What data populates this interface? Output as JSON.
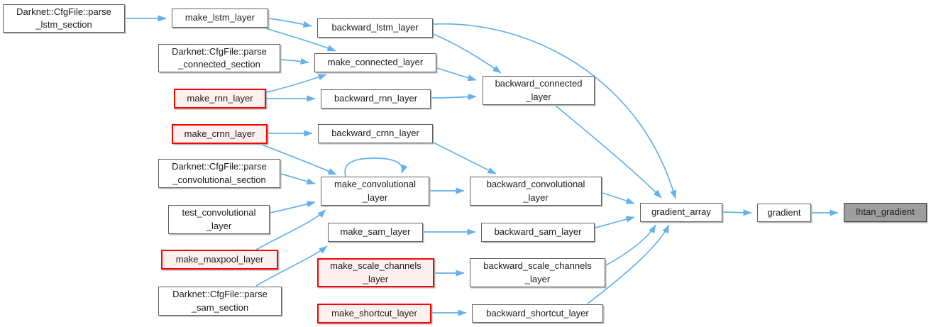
{
  "diagram": {
    "kind": "call-graph",
    "colors": {
      "background": "#ffffff",
      "edge": "#63b1ec",
      "node_fill": "#ffffff",
      "node_border": "#616161",
      "highlight_fill": "#fff1f0",
      "highlight_border": "#ff0000",
      "current_fill": "#9e9e9e",
      "current_border": "#3f3f3f",
      "text": "#1a1a1a"
    },
    "nodes": {
      "parse_lstm_section": {
        "label": "Darknet::CfgFile::parse_lstm_section",
        "lines": [
          "Darknet::CfgFile::parse",
          "_lstm_section"
        ],
        "style": "normal"
      },
      "make_lstm_layer": {
        "label": "make_lstm_layer",
        "lines": [
          "make_lstm_layer"
        ],
        "style": "normal"
      },
      "backward_lstm_layer": {
        "label": "backward_lstm_layer",
        "lines": [
          "backward_lstm_layer"
        ],
        "style": "normal"
      },
      "parse_connected_section": {
        "label": "Darknet::CfgFile::parse_connected_section",
        "lines": [
          "Darknet::CfgFile::parse",
          "_connected_section"
        ],
        "style": "normal"
      },
      "make_connected_layer": {
        "label": "make_connected_layer",
        "lines": [
          "make_connected_layer"
        ],
        "style": "normal"
      },
      "make_rnn_layer": {
        "label": "make_rnn_layer",
        "lines": [
          "make_rnn_layer"
        ],
        "style": "red"
      },
      "backward_rnn_layer": {
        "label": "backward_rnn_layer",
        "lines": [
          "backward_rnn_layer"
        ],
        "style": "normal"
      },
      "backward_connected_layer": {
        "label": "backward_connected_layer",
        "lines": [
          "backward_connected",
          "_layer"
        ],
        "style": "normal"
      },
      "make_crnn_layer": {
        "label": "make_crnn_layer",
        "lines": [
          "make_crnn_layer"
        ],
        "style": "red"
      },
      "backward_crnn_layer": {
        "label": "backward_crnn_layer",
        "lines": [
          "backward_crnn_layer"
        ],
        "style": "normal"
      },
      "parse_convolutional_section": {
        "label": "Darknet::CfgFile::parse_convolutional_section",
        "lines": [
          "Darknet::CfgFile::parse",
          "_convolutional_section"
        ],
        "style": "normal"
      },
      "make_convolutional_layer": {
        "label": "make_convolutional_layer",
        "lines": [
          "make_convolutional",
          "_layer"
        ],
        "style": "normal"
      },
      "test_convolutional_layer": {
        "label": "test_convolutional_layer",
        "lines": [
          "test_convolutional",
          "_layer"
        ],
        "style": "normal"
      },
      "backward_convolutional_layer": {
        "label": "backward_convolutional_layer",
        "lines": [
          "backward_convolutional",
          "_layer"
        ],
        "style": "normal"
      },
      "make_sam_layer": {
        "label": "make_sam_layer",
        "lines": [
          "make_sam_layer"
        ],
        "style": "normal"
      },
      "backward_sam_layer": {
        "label": "backward_sam_layer",
        "lines": [
          "backward_sam_layer"
        ],
        "style": "normal"
      },
      "make_maxpool_layer": {
        "label": "make_maxpool_layer",
        "lines": [
          "make_maxpool_layer"
        ],
        "style": "red"
      },
      "make_scale_channels_layer": {
        "label": "make_scale_channels_layer",
        "lines": [
          "make_scale_channels",
          "_layer"
        ],
        "style": "red"
      },
      "backward_scale_channels_layer": {
        "label": "backward_scale_channels_layer",
        "lines": [
          "backward_scale_channels",
          "_layer"
        ],
        "style": "normal"
      },
      "parse_sam_section": {
        "label": "Darknet::CfgFile::parse_sam_section",
        "lines": [
          "Darknet::CfgFile::parse",
          "_sam_section"
        ],
        "style": "normal"
      },
      "make_shortcut_layer": {
        "label": "make_shortcut_layer",
        "lines": [
          "make_shortcut_layer"
        ],
        "style": "red"
      },
      "backward_shortcut_layer": {
        "label": "backward_shortcut_layer",
        "lines": [
          "backward_shortcut_layer"
        ],
        "style": "normal"
      },
      "gradient_array": {
        "label": "gradient_array",
        "lines": [
          "gradient_array"
        ],
        "style": "normal"
      },
      "gradient": {
        "label": "gradient",
        "lines": [
          "gradient"
        ],
        "style": "normal"
      },
      "lhtan_gradient": {
        "label": "lhtan_gradient",
        "lines": [
          "lhtan_gradient"
        ],
        "style": "current"
      }
    },
    "edges": [
      {
        "from": "parse_lstm_section",
        "to": "make_lstm_layer"
      },
      {
        "from": "make_lstm_layer",
        "to": "backward_lstm_layer"
      },
      {
        "from": "make_lstm_layer",
        "to": "make_connected_layer"
      },
      {
        "from": "parse_connected_section",
        "to": "make_connected_layer"
      },
      {
        "from": "make_rnn_layer",
        "to": "make_connected_layer"
      },
      {
        "from": "make_rnn_layer",
        "to": "backward_rnn_layer"
      },
      {
        "from": "make_crnn_layer",
        "to": "backward_crnn_layer"
      },
      {
        "from": "make_crnn_layer",
        "to": "make_convolutional_layer"
      },
      {
        "from": "backward_lstm_layer",
        "to": "backward_connected_layer"
      },
      {
        "from": "backward_lstm_layer",
        "to": "gradient_array"
      },
      {
        "from": "make_connected_layer",
        "to": "backward_connected_layer"
      },
      {
        "from": "backward_rnn_layer",
        "to": "backward_connected_layer"
      },
      {
        "from": "backward_crnn_layer",
        "to": "backward_convolutional_layer"
      },
      {
        "from": "backward_connected_layer",
        "to": "gradient_array"
      },
      {
        "from": "parse_convolutional_section",
        "to": "make_convolutional_layer"
      },
      {
        "from": "test_convolutional_layer",
        "to": "make_convolutional_layer"
      },
      {
        "from": "make_maxpool_layer",
        "to": "make_convolutional_layer"
      },
      {
        "from": "make_convolutional_layer",
        "to": "make_convolutional_layer"
      },
      {
        "from": "make_convolutional_layer",
        "to": "backward_convolutional_layer"
      },
      {
        "from": "backward_convolutional_layer",
        "to": "gradient_array"
      },
      {
        "from": "parse_sam_section",
        "to": "make_sam_layer"
      },
      {
        "from": "make_sam_layer",
        "to": "backward_sam_layer"
      },
      {
        "from": "backward_sam_layer",
        "to": "gradient_array"
      },
      {
        "from": "make_scale_channels_layer",
        "to": "backward_scale_channels_layer"
      },
      {
        "from": "backward_scale_channels_layer",
        "to": "gradient_array"
      },
      {
        "from": "make_shortcut_layer",
        "to": "backward_shortcut_layer"
      },
      {
        "from": "backward_shortcut_layer",
        "to": "gradient_array"
      },
      {
        "from": "gradient_array",
        "to": "gradient"
      },
      {
        "from": "gradient",
        "to": "lhtan_gradient"
      }
    ]
  }
}
